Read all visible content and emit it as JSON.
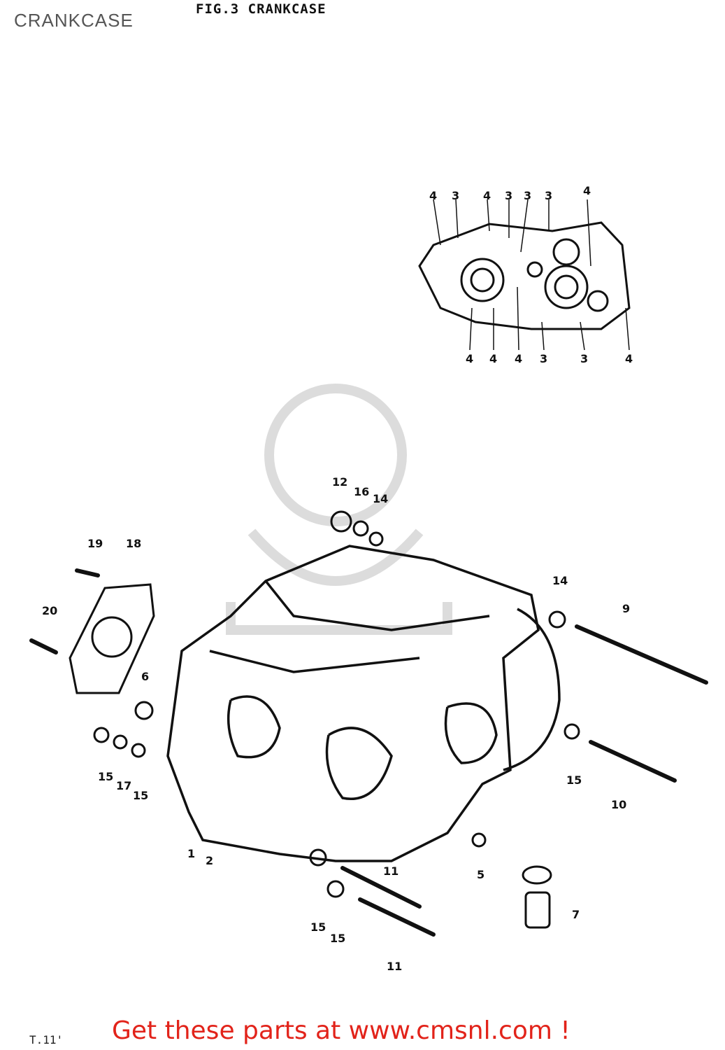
{
  "header": {
    "page_title": "CRANKCASE",
    "figure_title": "FIG.3   CRANKCASE"
  },
  "gasket_callouts": {
    "top": [
      "4",
      "3",
      "4",
      "3",
      "3",
      "3",
      "4"
    ],
    "bottom": [
      "4",
      "4",
      "4",
      "3",
      "3",
      "4"
    ]
  },
  "part_callouts": [
    "12",
    "16",
    "14",
    "19",
    "18",
    "20",
    "6",
    "15",
    "17",
    "15",
    "14",
    "9",
    "15",
    "10",
    "1",
    "2",
    "5",
    "11",
    "15",
    "15",
    "11",
    "7"
  ],
  "footer": {
    "promo_text": "Get these parts at www.cmsnl.com !",
    "code": "T.11'"
  },
  "colors": {
    "promo": "#e2231a",
    "line": "#111111",
    "watermark": "#d9d9d9"
  }
}
